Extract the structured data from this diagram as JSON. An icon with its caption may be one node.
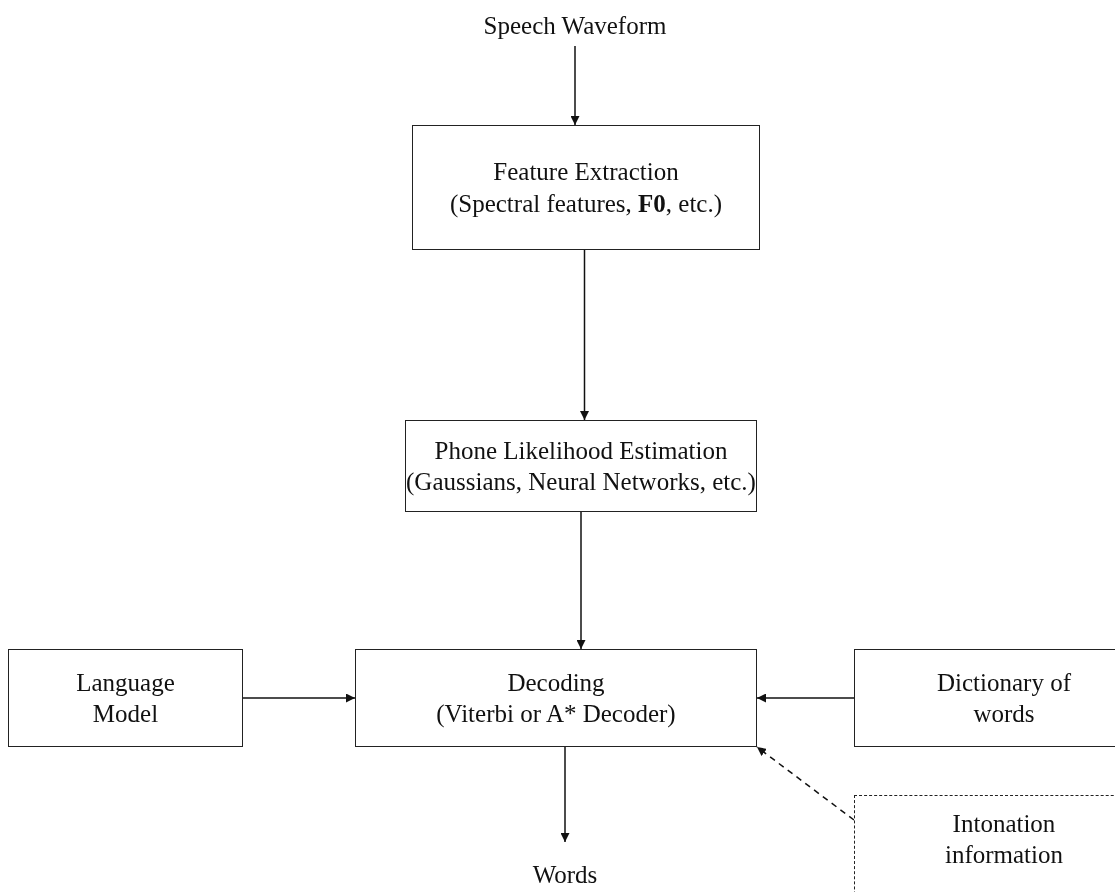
{
  "diagram": {
    "nodes": [
      {
        "text": [
          "Speech Waveform"
        ]
      },
      {
        "text": [
          "Feature Extraction",
          "(Spectral features, **F0**, etc.)"
        ]
      },
      {
        "text": [
          "Phone Likelihood Estimation",
          "(Gaussians, Neural Networks, etc.)"
        ]
      },
      {
        "text": [
          "Language Model"
        ]
      },
      {
        "text": [
          "Decoding",
          "(Viterbi or A* Decoder)"
        ]
      },
      {
        "text": [
          "Dictionary of words"
        ]
      },
      {
        "text": [
          "Intonation information"
        ]
      },
      {
        "text": [
          "Words"
        ]
      }
    ],
    "edges": [
      {
        "from": 0,
        "to": 1,
        "arrow": "to"
      },
      {
        "from": 1,
        "to": 2,
        "arrow": "to"
      },
      {
        "from": 2,
        "to": 4,
        "arrow": "to"
      },
      {
        "from": 3,
        "to": 4,
        "arrow": "to"
      },
      {
        "from": 5,
        "to": 4,
        "arrow": "to"
      },
      {
        "from": 6,
        "to": 4,
        "arrow": "to",
        "style": "dashed"
      },
      {
        "from": 4,
        "to": 7,
        "arrow": "to"
      }
    ]
  }
}
